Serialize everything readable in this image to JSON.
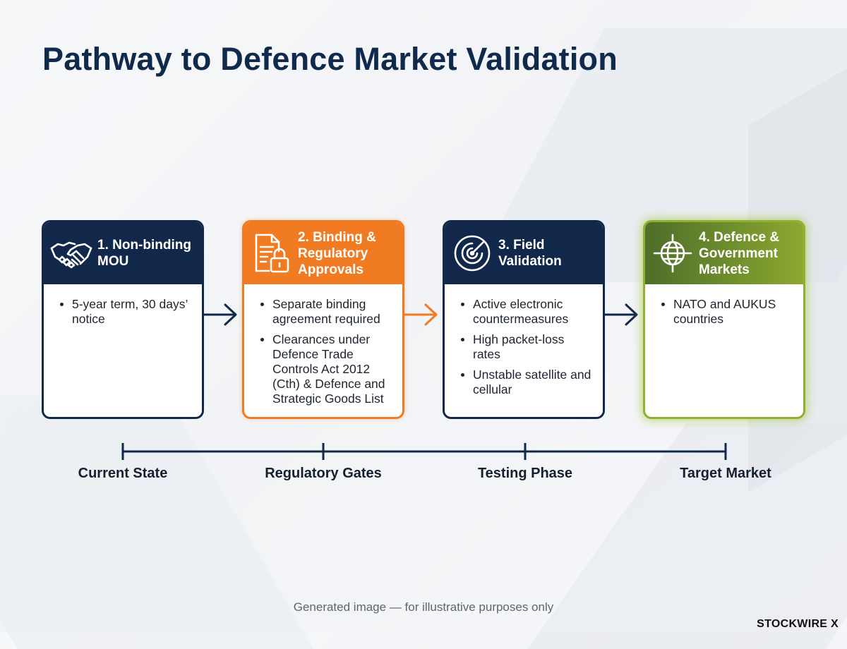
{
  "title": "Pathway to Defence Market Validation",
  "stages": [
    {
      "title": "1. Non-binding MOU",
      "icon": "handshake-icon",
      "bullets": [
        "5-year term, 30 days’ notice"
      ]
    },
    {
      "title": "2. Binding & Regulatory Approvals",
      "icon": "document-lock-icon",
      "bullets": [
        "Separate binding agreement required",
        "Clearances under Defence Trade Controls Act 2012 (Cth) & Defence and Strategic Goods List"
      ]
    },
    {
      "title": "3. Field Validation",
      "icon": "radar-icon",
      "bullets": [
        "Active electronic countermeasures",
        "High packet-loss rates",
        "Unstable satellite and cellular"
      ]
    },
    {
      "title": "4. Defence & Government Markets",
      "icon": "globe-crosshair-icon",
      "bullets": [
        "NATO and AUKUS countries"
      ]
    }
  ],
  "timeline": [
    "Current State",
    "Regulatory Gates",
    "Testing Phase",
    "Target Market"
  ],
  "footnote": "Generated image — for illustrative purposes only",
  "brand": "STOCKWIRE X",
  "colors": {
    "navy": "#12284a",
    "orange": "#f07b22",
    "green": "#7a9a2e"
  }
}
